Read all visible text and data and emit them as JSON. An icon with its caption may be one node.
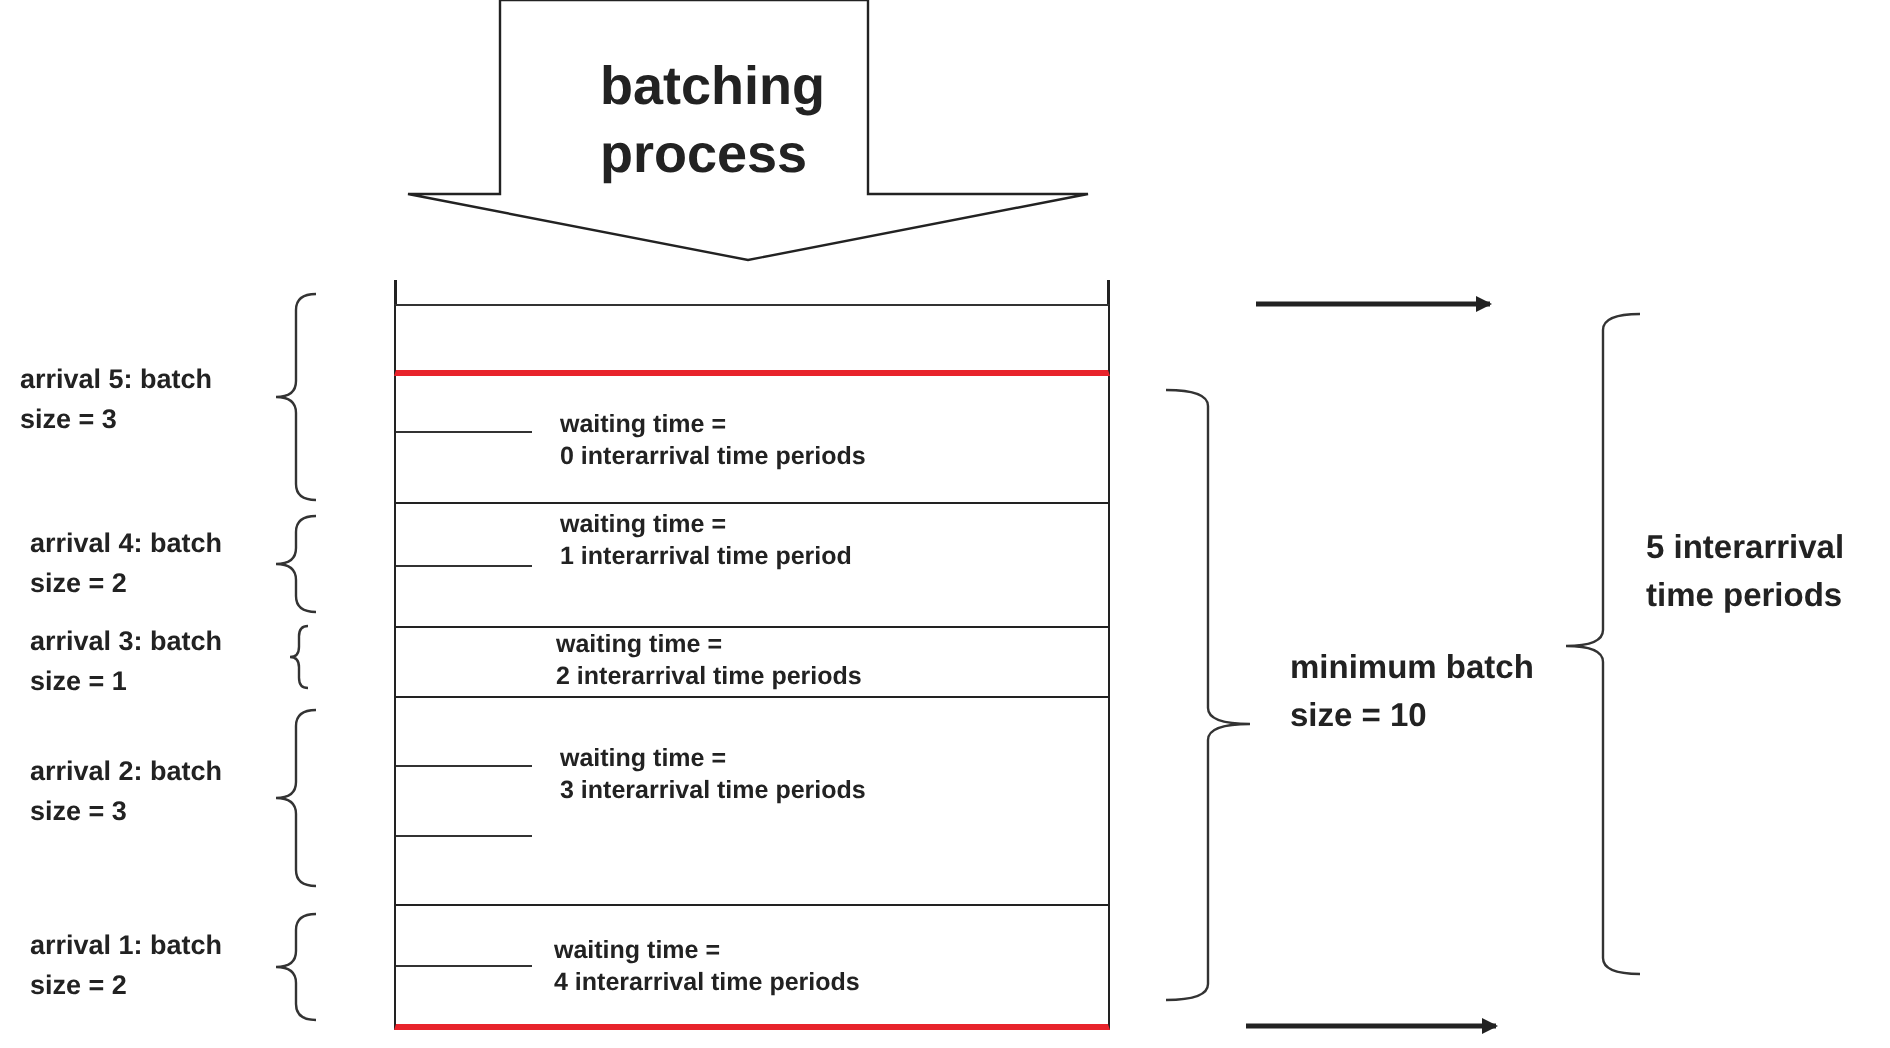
{
  "diagram": {
    "nodes": [
      {
        "text": [
          "batching process"
        ]
      },
      {
        "text": [],
        "shape": "box"
      },
      {
        "text": [
          "waiting time =",
          "0 interarrival time periods"
        ]
      },
      {
        "text": [
          "waiting time =",
          "1 interarrival time period"
        ]
      },
      {
        "text": [
          "waiting time =",
          "2 interarrival time periods"
        ]
      },
      {
        "text": [
          "waiting time =",
          "3 interarrival time periods"
        ]
      },
      {
        "text": [
          "waiting time =",
          "4 interarrival time periods"
        ]
      }
    ],
    "labels": [
      "arrival 5: batch size = 3",
      "arrival 4: batch size = 2",
      "arrival 3: batch size = 1",
      "arrival 2: batch size = 3",
      "arrival 1: batch size = 2",
      "minimum batch size = 10",
      "5 interarrival time periods"
    ]
  }
}
